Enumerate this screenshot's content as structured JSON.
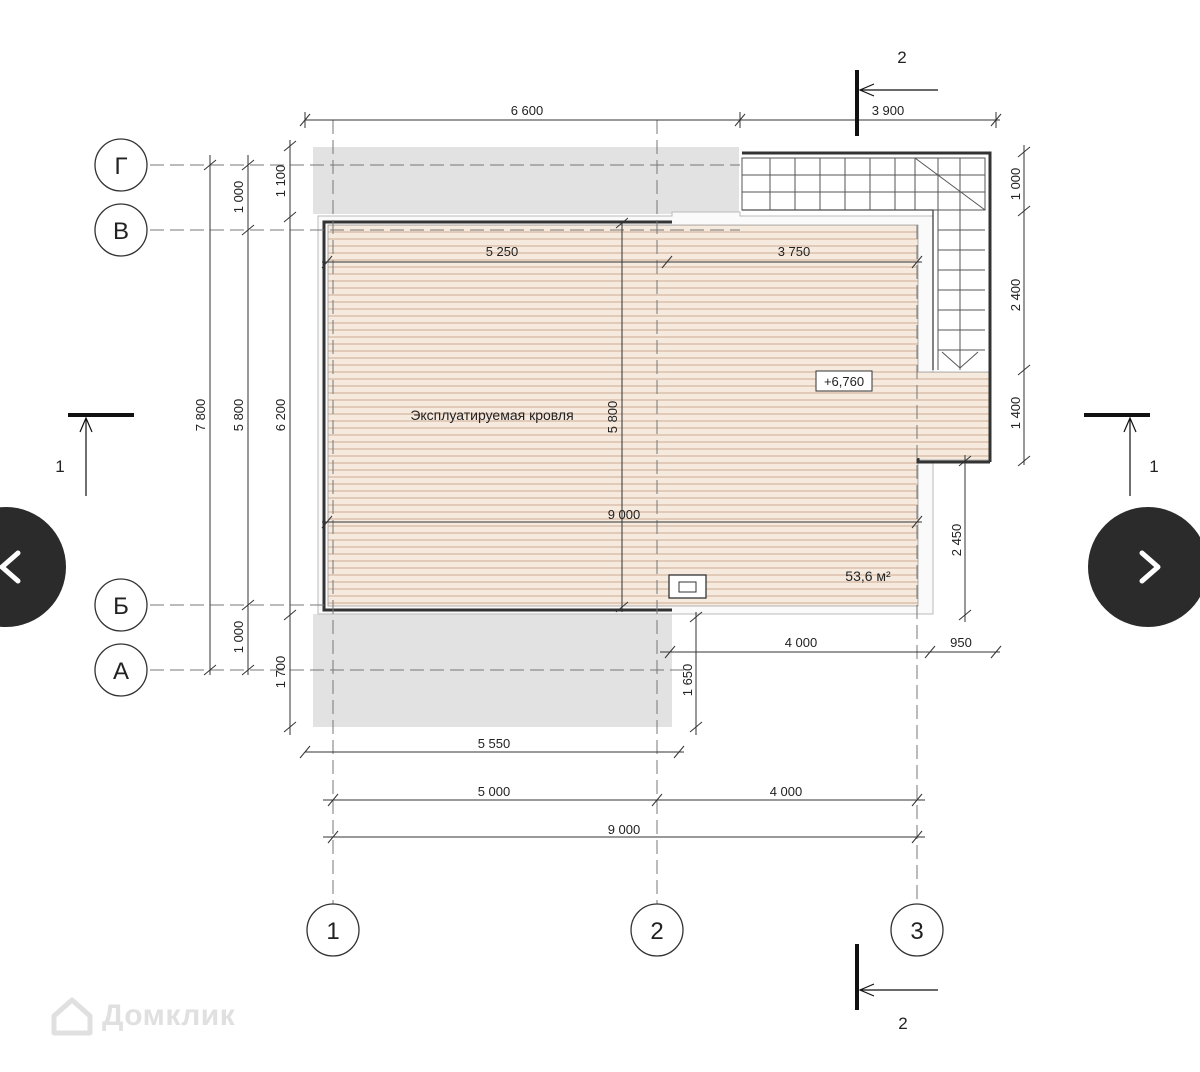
{
  "plan": {
    "room_label": "Эксплуатируемая кровля",
    "area": "53,6 м²",
    "elevation": "+6,760",
    "axes_horizontal": [
      "1",
      "2",
      "3"
    ],
    "axes_vertical": [
      "Г",
      "В",
      "Б",
      "А"
    ],
    "section_1": "1",
    "section_2": "2",
    "dimensions": {
      "top_6600": "6 600",
      "top_3900": "3 900",
      "inner_5250": "5 250",
      "inner_3750": "3 750",
      "inner_9000": "9 000",
      "inner_5800": "5 800",
      "left_7800": "7 800",
      "left_5800": "5 800",
      "left_6200": "6 200",
      "left_1000_top": "1 000",
      "left_1100": "1 100",
      "left_1000_bottom": "1 000",
      "left_1700": "1 700",
      "right_1000": "1 000",
      "right_2400": "2 400",
      "right_1400": "1 400",
      "right_2450": "2 450",
      "lower_4000": "4 000",
      "lower_950": "950",
      "lower_1650": "1 650",
      "bottom_5550": "5 550",
      "bottom_5000": "5 000",
      "bottom_4000": "4 000",
      "bottom_9000": "9 000"
    }
  },
  "watermark": "Домклик",
  "nav": {
    "prev_icon": "chevron-left-icon",
    "next_icon": "chevron-right-icon"
  }
}
